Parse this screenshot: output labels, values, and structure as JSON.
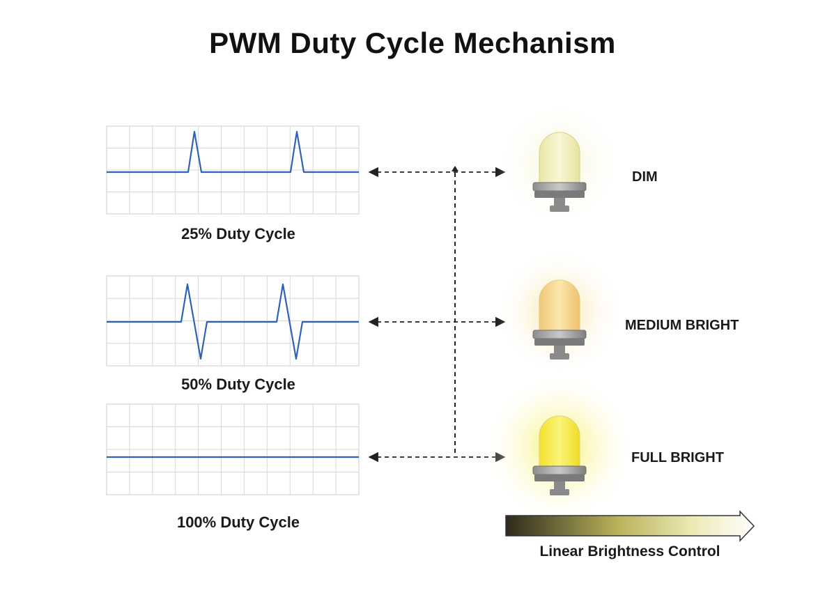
{
  "title": "PWM Duty Cycle Mechanism",
  "waveforms": [
    {
      "label": "25% Duty Cycle",
      "duty_percent": 25
    },
    {
      "label": "50% Duty Cycle",
      "duty_percent": 50
    },
    {
      "label": "100% Duty Cycle",
      "duty_percent": 100
    }
  ],
  "leds": [
    {
      "label": "DIM",
      "bulb_color": "#f4f2c0"
    },
    {
      "label": "MEDIUM BRIGHT",
      "bulb_color": "#f8dc92"
    },
    {
      "label": "FULL BRIGHT",
      "bulb_color": "#f7ec3c"
    }
  ],
  "brightness_bar": {
    "caption": "Linear Brightness Control",
    "gradient_start": "#2e2a1c",
    "gradient_end": "#ffffff"
  },
  "colors": {
    "signal": "#2f62b5",
    "grid": "#d6d6d6",
    "arrow": "#222222"
  }
}
